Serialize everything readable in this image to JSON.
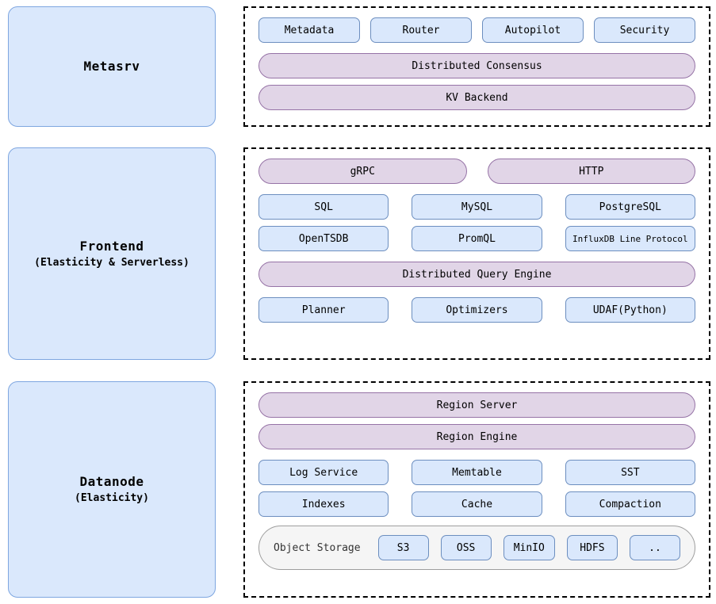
{
  "sections": [
    {
      "id": "metasrv",
      "role": {
        "title": "Metasrv",
        "subtitle": ""
      },
      "rows": [
        {
          "kind": "boxes4",
          "items": [
            {
              "label": "Metadata"
            },
            {
              "label": "Router"
            },
            {
              "label": "Autopilot"
            },
            {
              "label": "Security"
            }
          ]
        },
        {
          "kind": "pill-full",
          "items": [
            {
              "label": "Distributed Consensus"
            }
          ]
        },
        {
          "kind": "pill-full",
          "items": [
            {
              "label": "KV Backend"
            }
          ]
        }
      ]
    },
    {
      "id": "frontend",
      "role": {
        "title": "Frontend",
        "subtitle": "(Elasticity & Serverless)"
      },
      "rows": [
        {
          "kind": "pills2",
          "items": [
            {
              "label": "gRPC"
            },
            {
              "label": "HTTP"
            }
          ]
        },
        {
          "kind": "boxes3",
          "items": [
            {
              "label": "SQL"
            },
            {
              "label": "MySQL"
            },
            {
              "label": "PostgreSQL"
            }
          ]
        },
        {
          "kind": "boxes3",
          "items": [
            {
              "label": "OpenTSDB"
            },
            {
              "label": "PromQL"
            },
            {
              "label": "InfluxDB Line Protocol",
              "small": true
            }
          ]
        },
        {
          "kind": "pill-full",
          "items": [
            {
              "label": "Distributed Query Engine"
            }
          ]
        },
        {
          "kind": "boxes3",
          "items": [
            {
              "label": "Planner"
            },
            {
              "label": "Optimizers"
            },
            {
              "label": "UDAF(Python)"
            }
          ]
        }
      ]
    },
    {
      "id": "datanode",
      "role": {
        "title": "Datanode",
        "subtitle": "(Elasticity)"
      },
      "rows": [
        {
          "kind": "pill-full",
          "items": [
            {
              "label": "Region Server"
            }
          ]
        },
        {
          "kind": "pill-full",
          "items": [
            {
              "label": "Region Engine"
            }
          ]
        },
        {
          "kind": "boxes3",
          "items": [
            {
              "label": "Log Service"
            },
            {
              "label": "Memtable"
            },
            {
              "label": "SST"
            }
          ]
        },
        {
          "kind": "boxes3",
          "items": [
            {
              "label": "Indexes"
            },
            {
              "label": "Cache"
            },
            {
              "label": "Compaction"
            }
          ]
        }
      ],
      "storage": {
        "label": "Object Storage",
        "chips": [
          {
            "label": "S3"
          },
          {
            "label": "OSS"
          },
          {
            "label": "MinIO"
          },
          {
            "label": "HDFS"
          },
          {
            "label": ".."
          }
        ]
      }
    }
  ],
  "colors": {
    "box_fill": "#dae8fc",
    "box_border": "#6c8ebf",
    "pill_fill": "#e1d5e7",
    "pill_border": "#9673a6",
    "panel_fill": "#dae8fc",
    "panel_border": "#7ea6e0",
    "group_border": "#000000",
    "storage_fill": "#f5f5f5",
    "storage_border": "#9e9e9e"
  }
}
